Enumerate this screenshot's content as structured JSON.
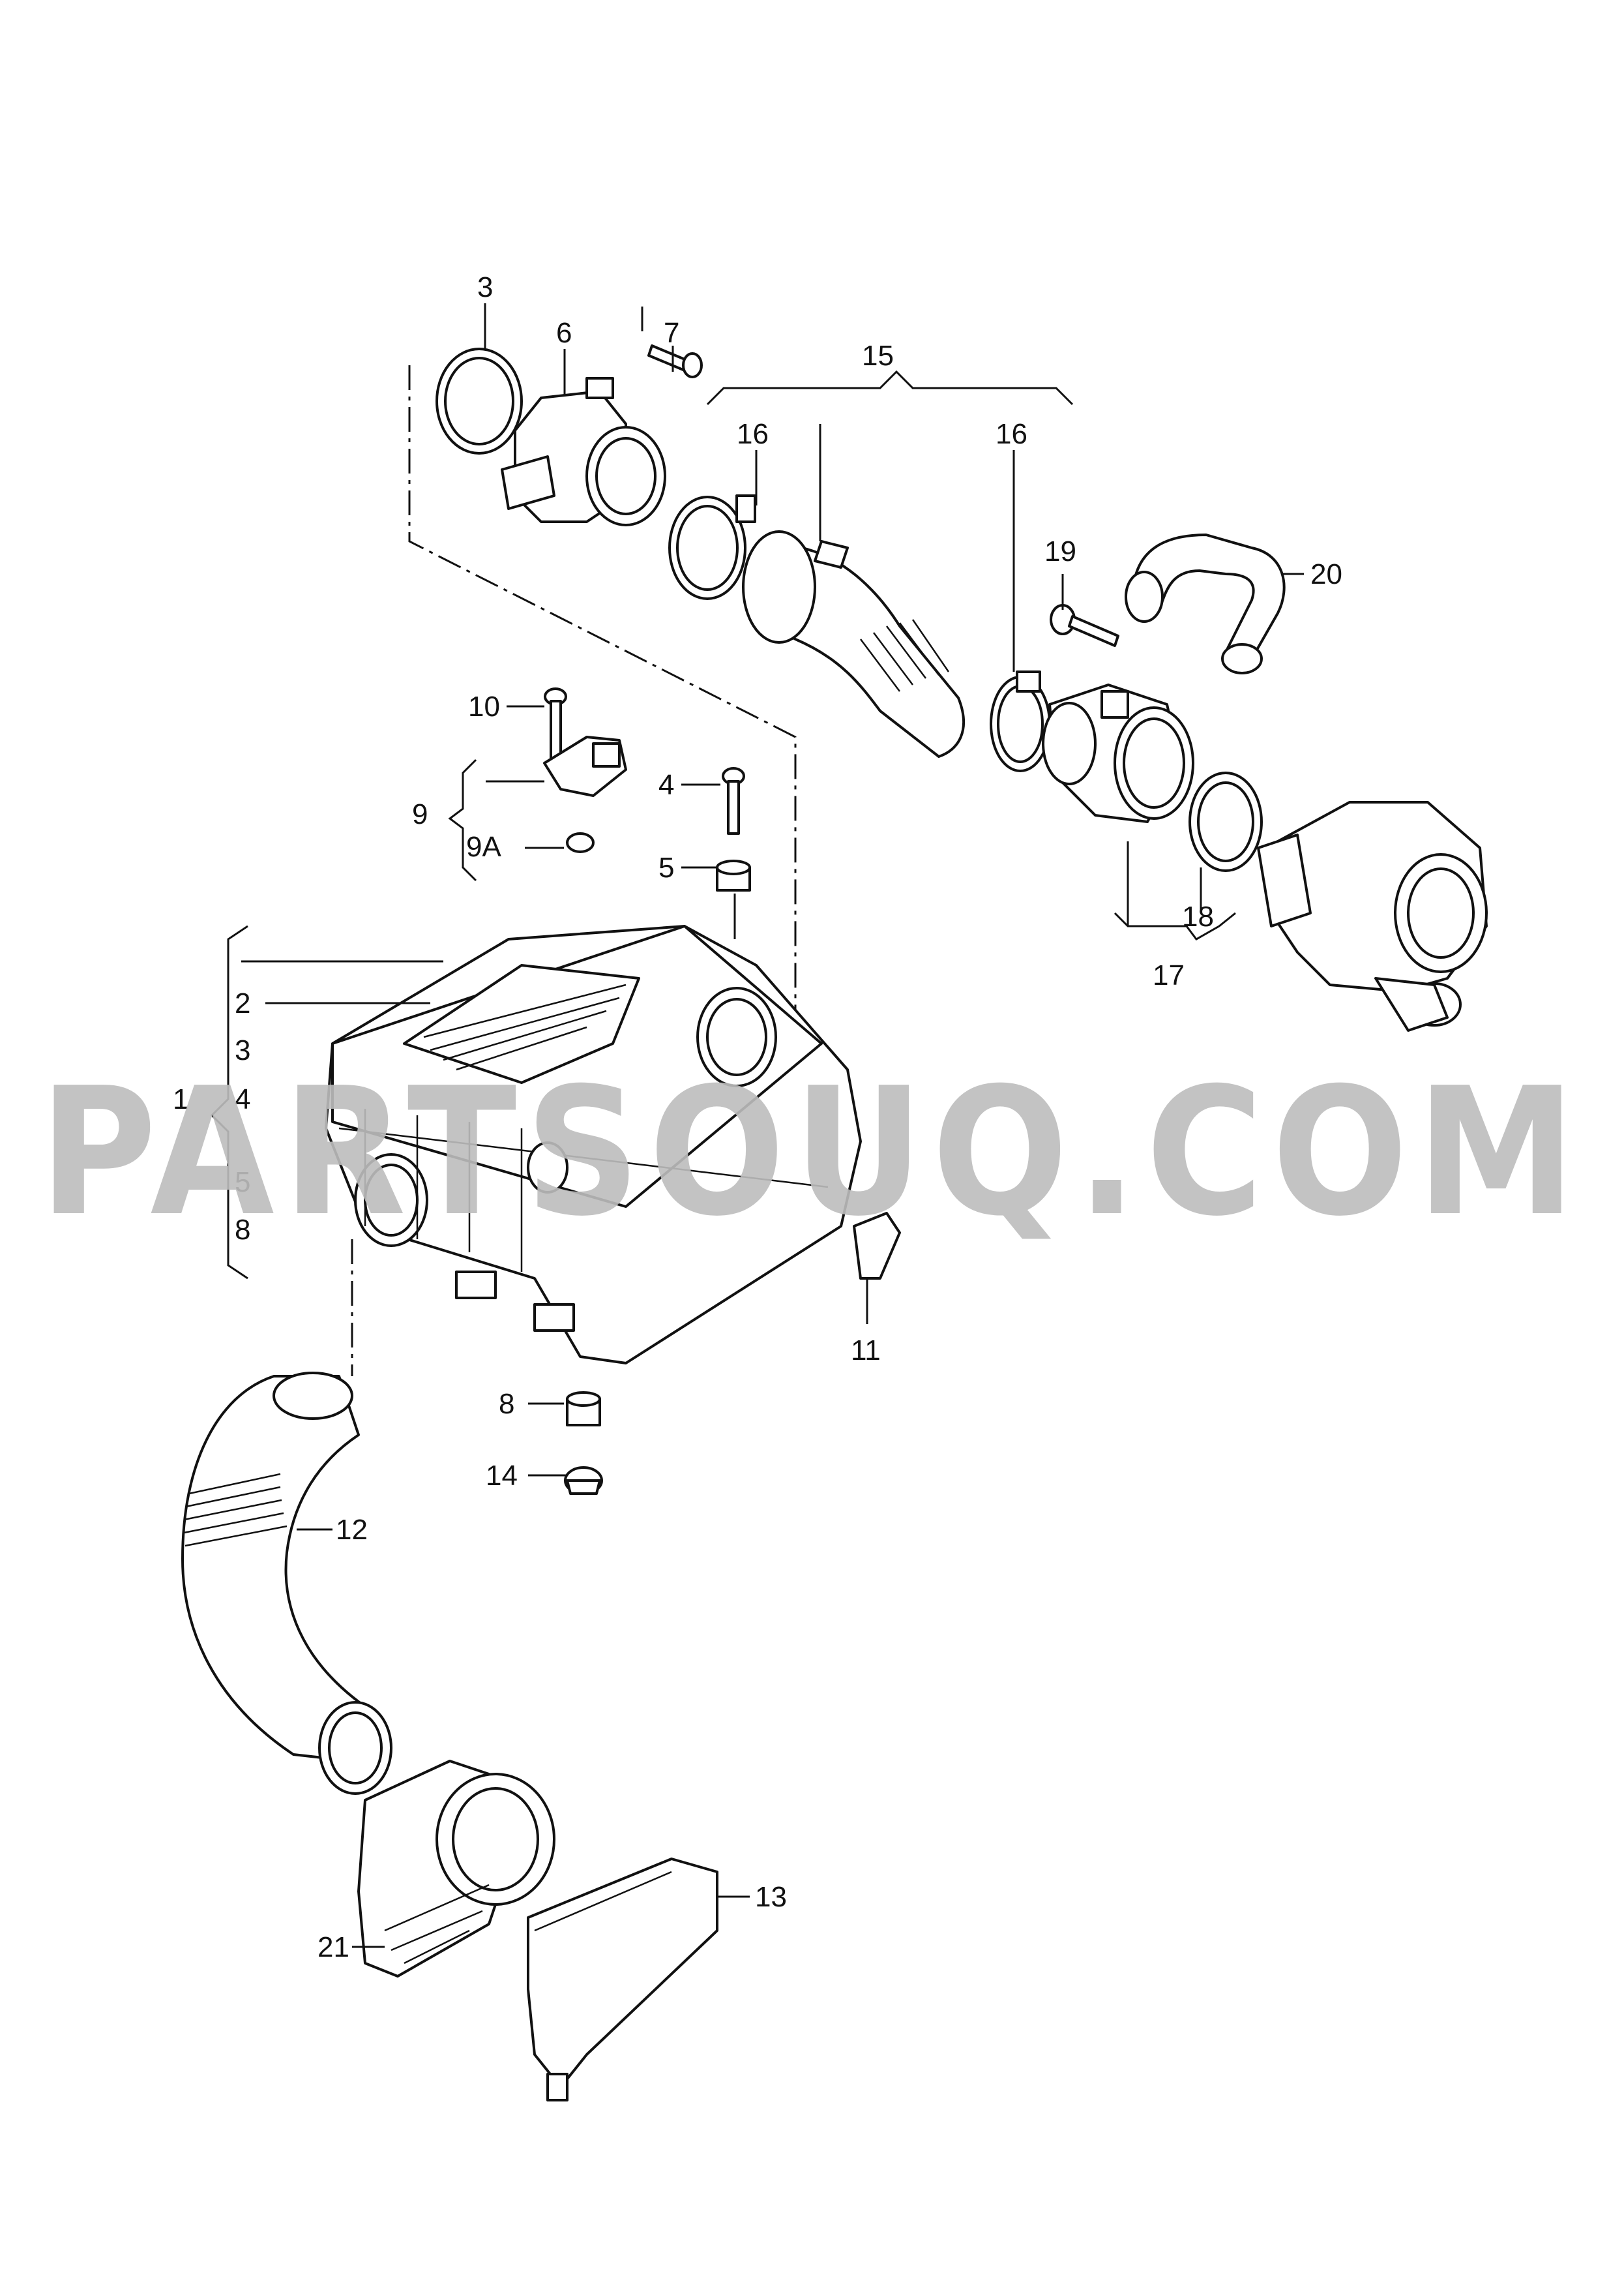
{
  "watermark": "PARTSOUQ.COM",
  "callouts": {
    "c3_top": "3",
    "c6": "6",
    "c7": "7",
    "c15": "15",
    "c16_left": "16",
    "c16_right": "16",
    "c19": "19",
    "c20": "20",
    "c10": "10",
    "c9": "9",
    "c9a": "9A",
    "c4_right": "4",
    "c5_right": "5",
    "c17": "17",
    "c18": "18",
    "c1": "1",
    "c2": "2",
    "c3_list": "3",
    "c4_list": "4",
    "c5_list": "5",
    "c8_list": "8",
    "c11": "11",
    "c8": "8",
    "c14": "14",
    "c12": "12",
    "c13": "13",
    "c21": "21"
  }
}
